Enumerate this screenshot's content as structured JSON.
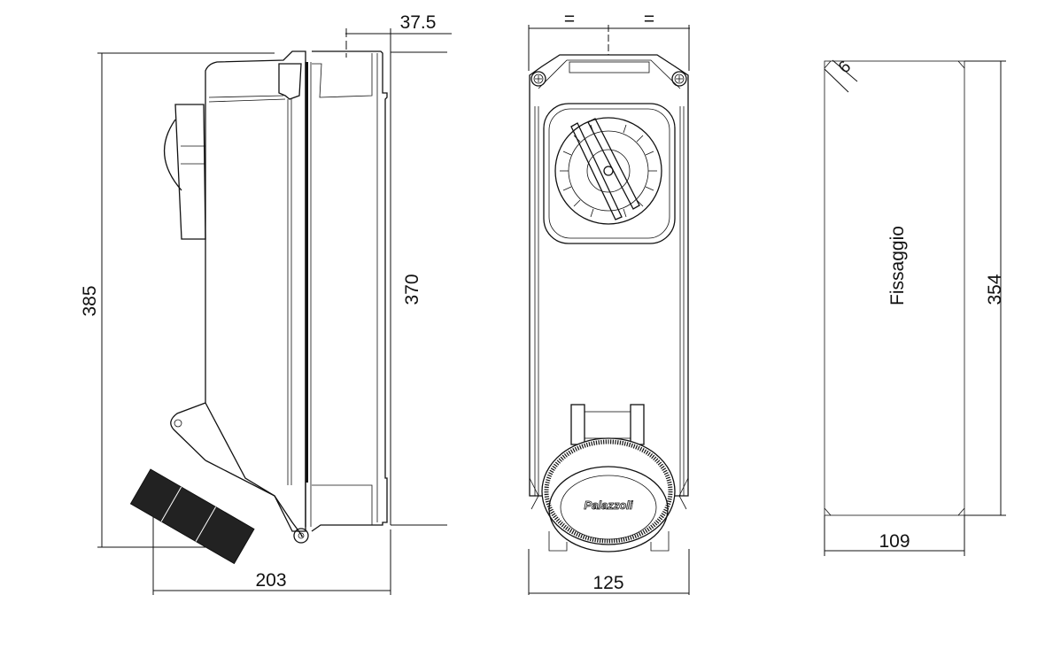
{
  "side_view": {
    "dim_height_total": "385",
    "dim_height_body": "370",
    "dim_width": "203",
    "dim_depth_top": "37.5"
  },
  "front_view": {
    "dim_equal_left": "=",
    "dim_equal_right": "=",
    "dim_width": "125",
    "logo_text": "Palazzoli"
  },
  "fixing_plate": {
    "label": "Fissaggio",
    "dim_height": "354",
    "dim_width": "109",
    "dim_hole": "6"
  }
}
